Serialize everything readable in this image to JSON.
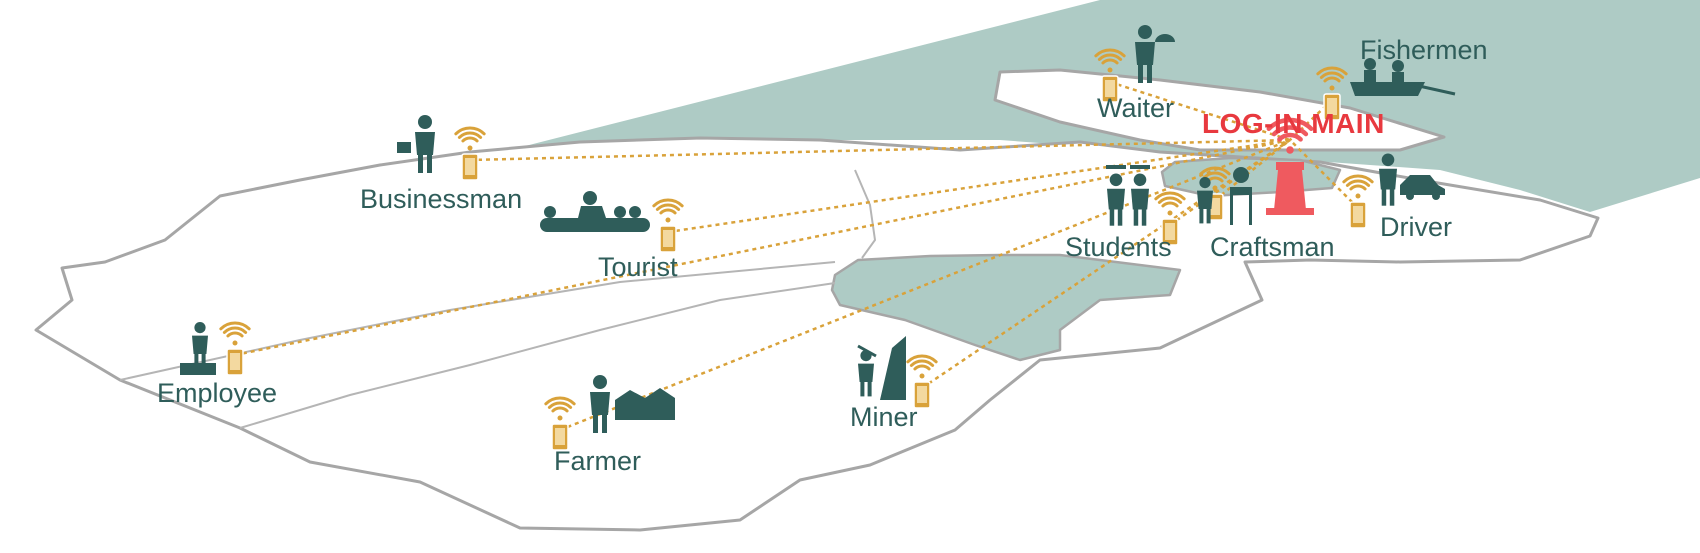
{
  "diagram": {
    "hub": {
      "label": "LOG-IN MAIN",
      "icon": "lighthouse-icon",
      "color": "#ef5a5f"
    },
    "nodes": [
      {
        "id": "waiter",
        "label": "Waiter",
        "icon": "waiter-icon"
      },
      {
        "id": "fishermen",
        "label": "Fishermen",
        "icon": "boat-icon"
      },
      {
        "id": "businessman",
        "label": "Businessman",
        "icon": "businessman-icon"
      },
      {
        "id": "tourist",
        "label": "Tourist",
        "icon": "tourist-icon"
      },
      {
        "id": "students",
        "label": "Students",
        "icon": "graduates-icon"
      },
      {
        "id": "craftsman",
        "label": "Craftsman",
        "icon": "sculptor-icon"
      },
      {
        "id": "driver",
        "label": "Driver",
        "icon": "taxi-driver-icon"
      },
      {
        "id": "employee",
        "label": "Employee",
        "icon": "worker-icon"
      },
      {
        "id": "farmer",
        "label": "Farmer",
        "icon": "farmer-icon"
      },
      {
        "id": "miner",
        "label": "Miner",
        "icon": "miner-icon"
      }
    ],
    "colors": {
      "label_text": "#2f5d5a",
      "icon_fill": "#2f5d5a",
      "water": "#aecbc5",
      "land_stroke": "#a6a6a6",
      "link_line": "#d9a23a",
      "phone": "#d9a23a"
    }
  }
}
